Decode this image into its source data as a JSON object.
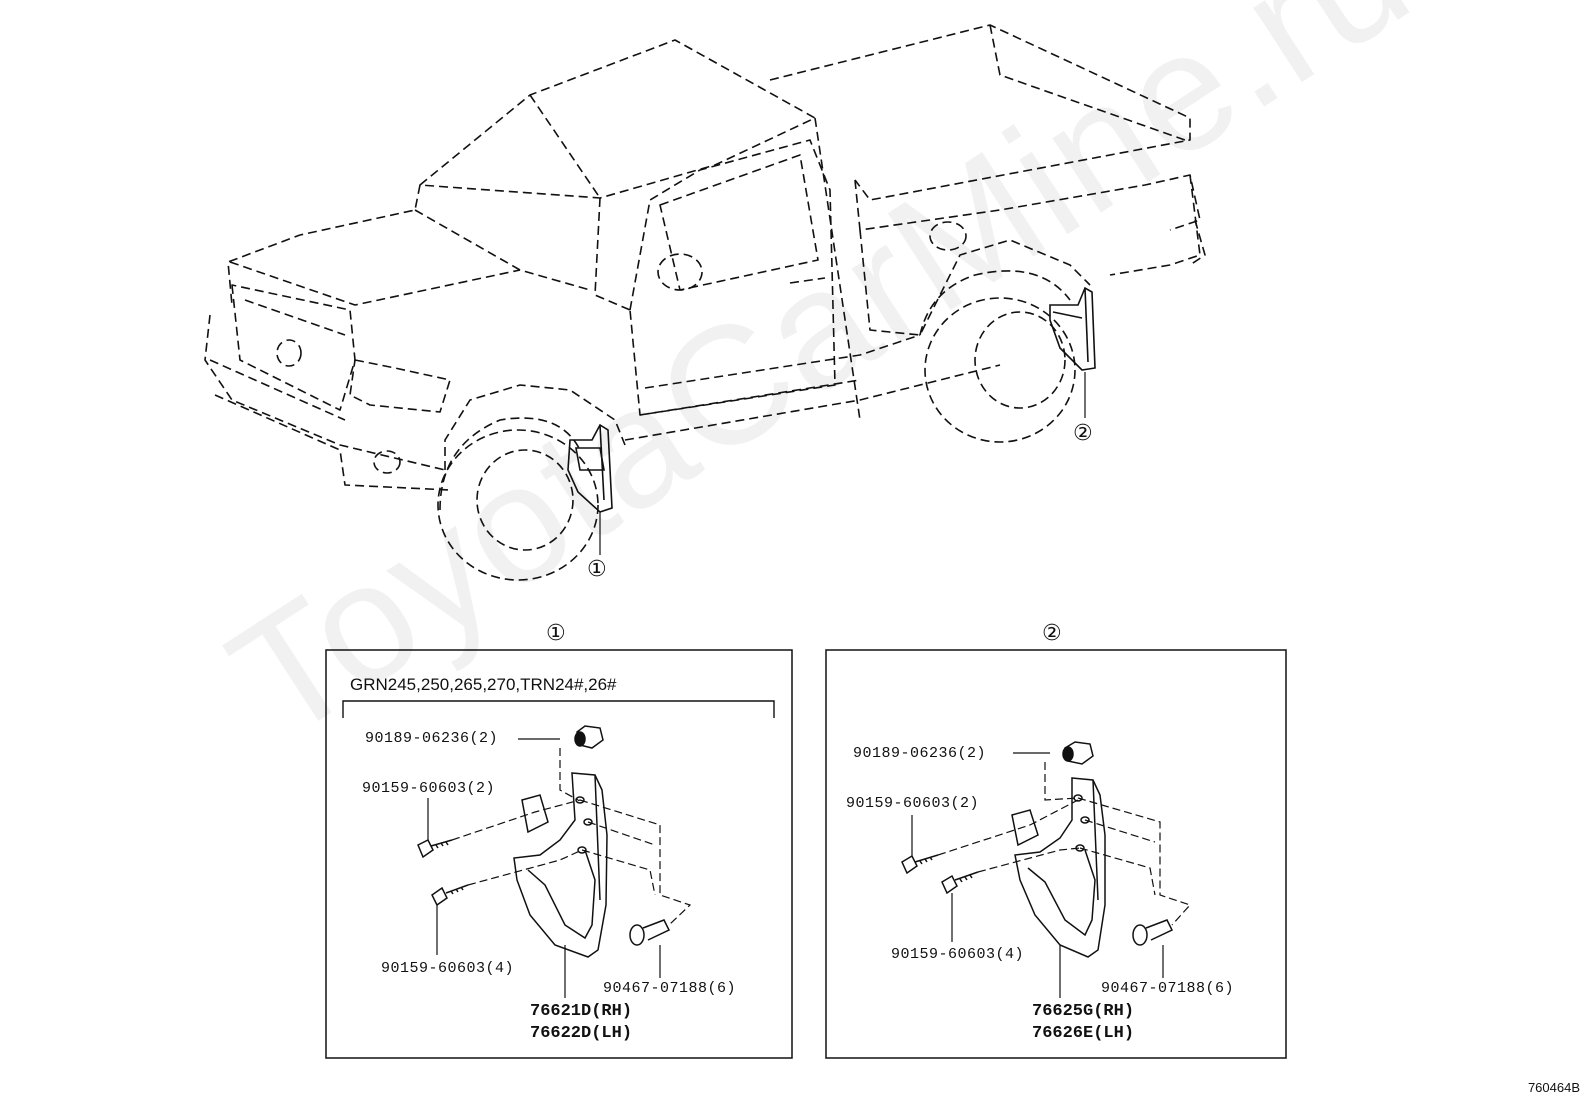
{
  "watermark": "ToyotaCarMine.ru",
  "diagram_code": "760464B",
  "truck": {
    "callout_front": "①",
    "callout_rear": "②"
  },
  "panel1": {
    "callout": "①",
    "condition": "GRN245,250,265,270,TRN24#,26#",
    "parts": {
      "clip": "90189-06236(2)",
      "screw_top": "90159-60603(2)",
      "screw_bottom": "90159-60603(4)",
      "bolt": "90467-07188(6)",
      "flap_rh": "76621D(RH)",
      "flap_lh": "76622D(LH)"
    }
  },
  "panel2": {
    "callout": "②",
    "parts": {
      "clip": "90189-06236(2)",
      "screw_top": "90159-60603(2)",
      "screw_bottom": "90159-60603(4)",
      "bolt": "90467-07188(6)",
      "flap_rh": "76625G(RH)",
      "flap_lh": "76626E(LH)"
    }
  }
}
